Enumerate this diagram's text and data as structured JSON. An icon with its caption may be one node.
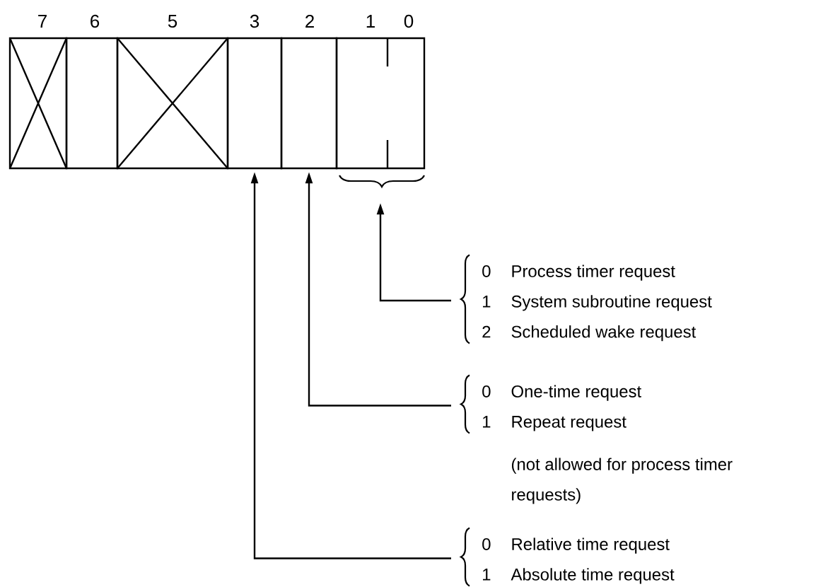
{
  "diagram": {
    "nodes": [
      {
        "text": [],
        "shape": "box"
      },
      {
        "text": [],
        "shape": "box"
      },
      {
        "text": [],
        "shape": "box"
      },
      {
        "text": [],
        "shape": "box"
      },
      {
        "text": [],
        "shape": "box"
      },
      {
        "text": [],
        "shape": "box"
      },
      {
        "text": [
          "0",
          "Process timer request",
          "1",
          "System subroutine request",
          "2",
          "Scheduled wake request"
        ]
      },
      {
        "text": [
          "0",
          "One-time request",
          "1",
          "Repeat request",
          "(not allowed for process timer requests)"
        ]
      },
      {
        "text": [
          "0",
          "Relative time request",
          "1",
          "Absolute time request"
        ]
      }
    ],
    "edges": [
      {
        "from": 6,
        "to": 5,
        "arrow": "to"
      },
      {
        "from": 7,
        "to": 4,
        "arrow": "to"
      },
      {
        "from": 8,
        "to": 3,
        "arrow": "to"
      }
    ],
    "labels": [
      "7",
      "6",
      "5",
      "3",
      "2",
      "1",
      "0"
    ]
  }
}
